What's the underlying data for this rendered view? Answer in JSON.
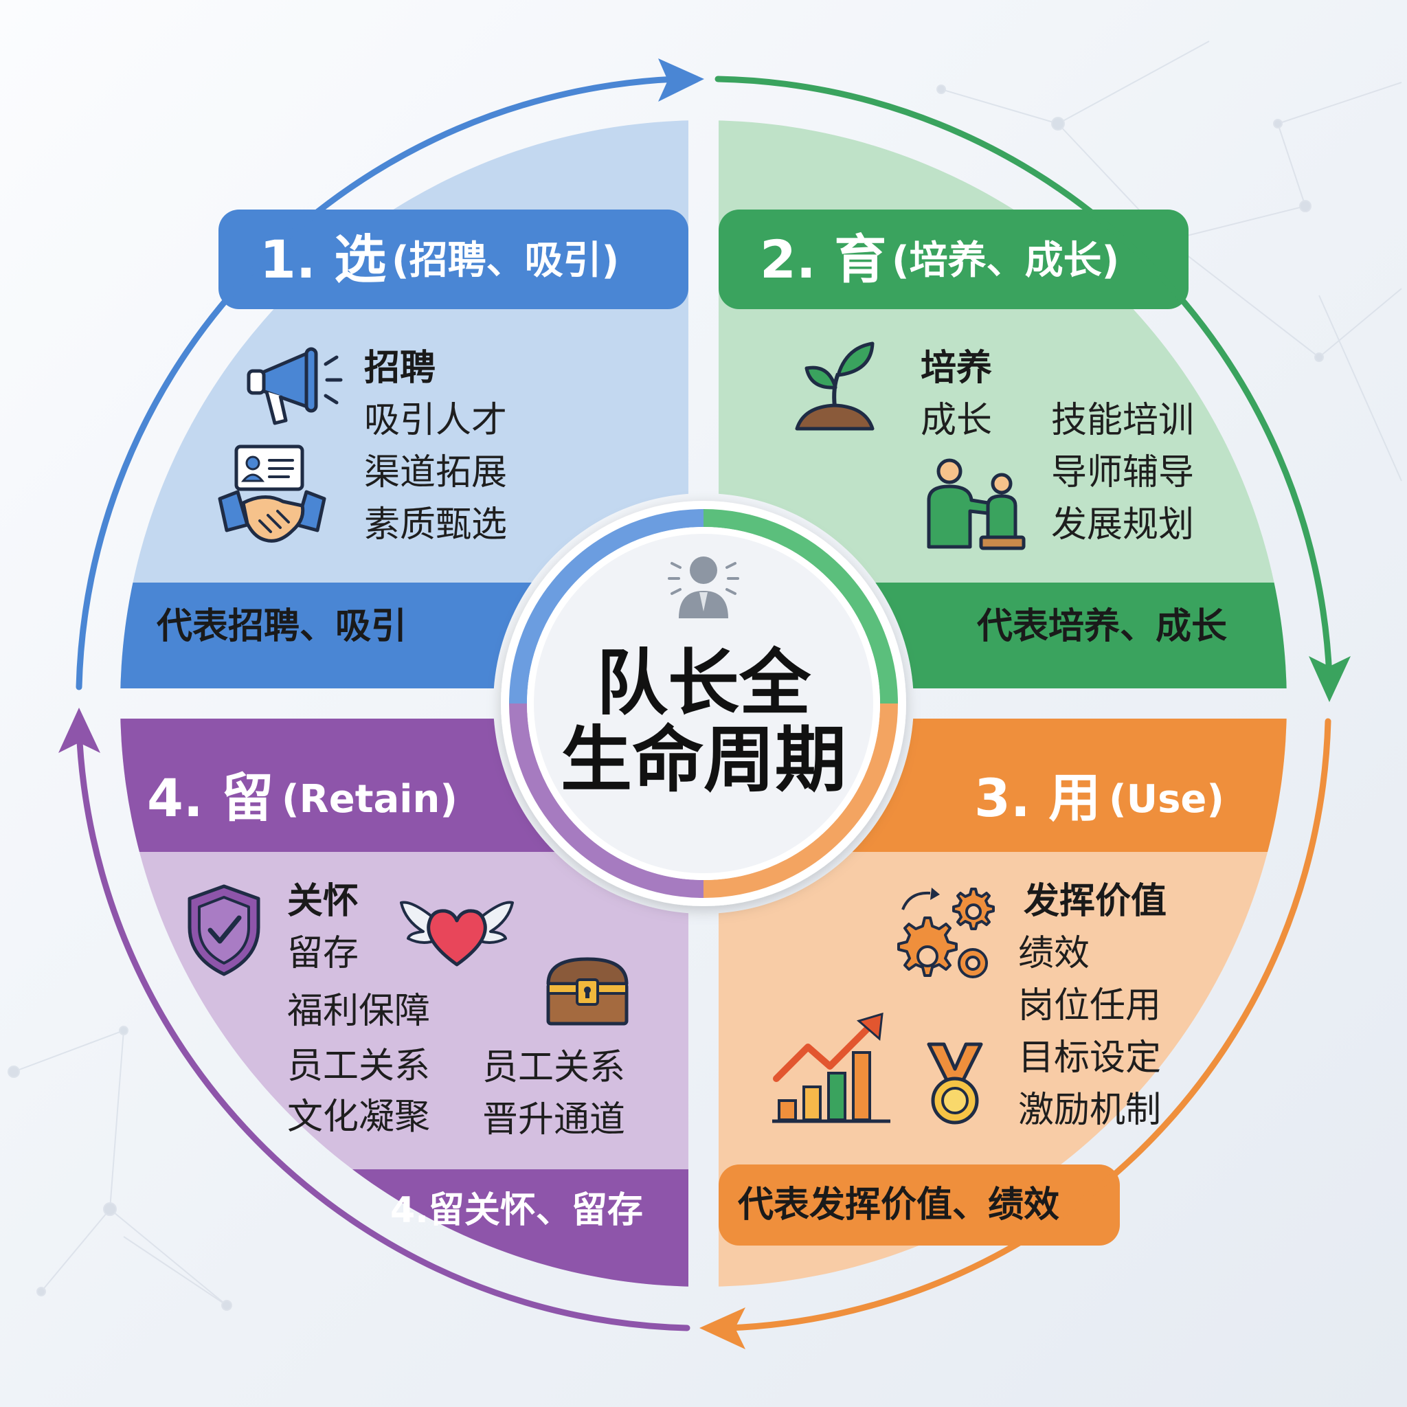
{
  "center": {
    "title_line1": "队长全",
    "title_line2": "生命周期",
    "icon": "person-icon"
  },
  "quadrants": {
    "select": {
      "header": "1. 选",
      "header_note": "(招聘、吸引)",
      "items": [
        "招聘",
        "吸引人才",
        "渠道拓展",
        "素质甄选"
      ],
      "footer": "代表招聘、吸引",
      "color": "#4a86d4",
      "icons": [
        "megaphone-icon",
        "handshake-icon"
      ]
    },
    "develop": {
      "header": "2. 育",
      "header_note": "(培养、成长)",
      "items_left": [
        "培养",
        "成长"
      ],
      "items_right": [
        "技能培训",
        "导师辅导",
        "发展规划"
      ],
      "footer": "代表培养、成长",
      "color": "#3aa35e",
      "icons": [
        "sprout-icon",
        "mentor-icon"
      ]
    },
    "use": {
      "header": "3. 用",
      "header_note": "(Use)",
      "items": [
        "发挥价值",
        "绩效",
        "岗位任用",
        "目标设定",
        "激励机制"
      ],
      "footer": "代表发挥价值、绩效",
      "color": "#ef8f3c",
      "icons": [
        "gears-icon",
        "growth-chart-icon",
        "medal-icon"
      ]
    },
    "retain": {
      "header": "4. 留",
      "header_note": "(Retain)",
      "items_left": [
        "关怀",
        "留存",
        "福利保障",
        "员工关系",
        "文化凝聚"
      ],
      "items_right": [
        "员工关系",
        "晋升通道"
      ],
      "footer": "4.留关怀、留存",
      "color": "#8e55aa",
      "icons": [
        "shield-check-icon",
        "winged-heart-icon",
        "treasure-chest-icon"
      ]
    }
  }
}
